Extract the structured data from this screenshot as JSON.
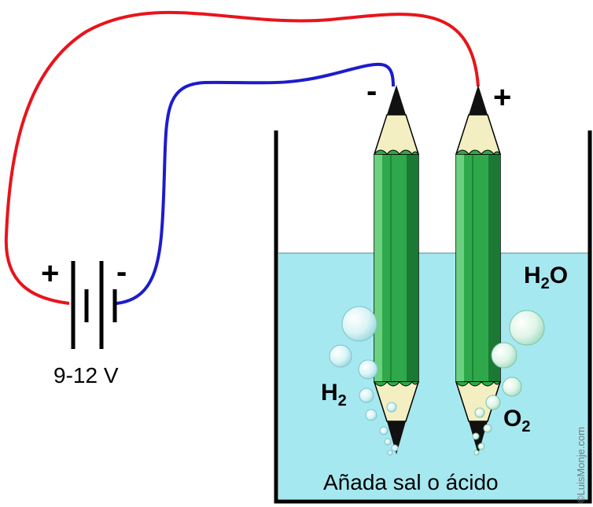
{
  "battery": {
    "plus_sign": "+",
    "minus_sign": "-",
    "voltage_label": "9-12 V"
  },
  "electrodes": {
    "cathode_sign": "-",
    "anode_sign": "+"
  },
  "liquid": {
    "formula_main": "H",
    "formula_sub": "2",
    "formula_tail": "O",
    "instruction": "Añada sal o ácido"
  },
  "gases": {
    "cathode_main": "H",
    "cathode_sub": "2",
    "anode_main": "O",
    "anode_sub": "2"
  },
  "credit": "©LuisMonje.com",
  "colors": {
    "positive_wire": "#e8141c",
    "negative_wire": "#1c1ccc",
    "water": "#a6e8f0",
    "pencil_body": "#2ea84a",
    "pencil_dark": "#1a7a33",
    "wood": "#f3efc2"
  }
}
